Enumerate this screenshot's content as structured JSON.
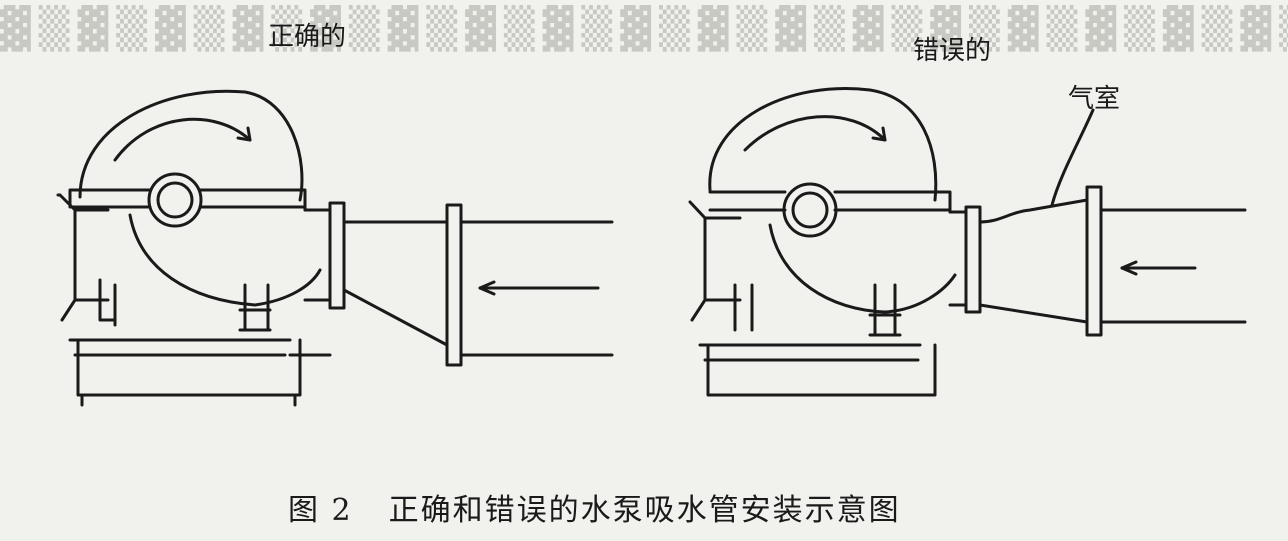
{
  "labels": {
    "correct": "正确的",
    "wrong": "错误的",
    "air_chamber": "气室"
  },
  "caption": {
    "figure_no": "图 2",
    "title": "正确和错误的水泵吸水管安装示意图"
  },
  "colors": {
    "ink": "#1a1a1a",
    "paper": "#f1f1ee",
    "bleed": "#c9c9c4"
  }
}
